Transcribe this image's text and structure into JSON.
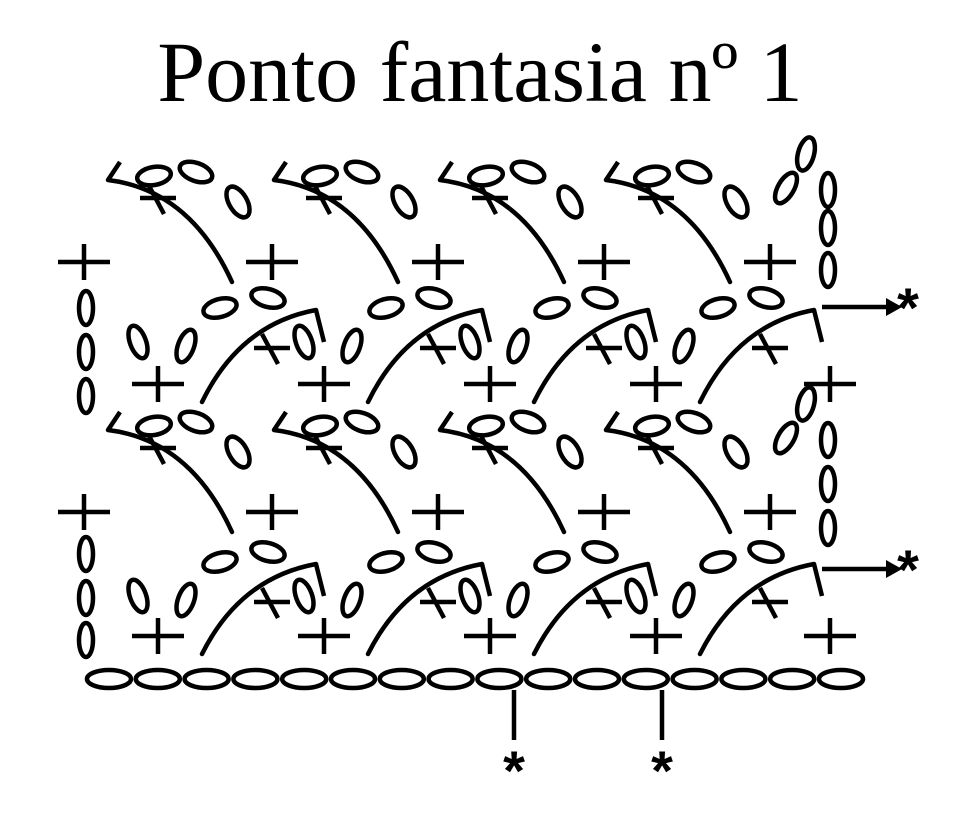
{
  "title": "Ponto fantasia nº 1",
  "repeat_marker": "*",
  "colors": {
    "ink": "#000000",
    "background": "#ffffff"
  },
  "chart": {
    "foundation_chains": 16,
    "rows": 4,
    "pattern_repeats_per_row": 4,
    "turning_chain_length": 3,
    "legend_symbols": [
      "chain-oval",
      "single-crochet-cross",
      "arc-with-cross",
      "end-arrow",
      "repeat-asterisk"
    ]
  }
}
